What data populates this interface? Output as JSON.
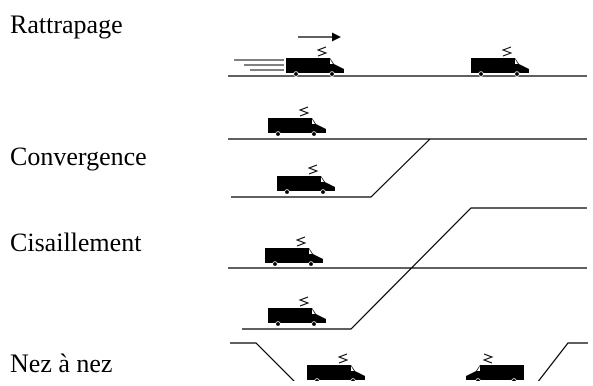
{
  "scenarios": [
    {
      "id": "rattrapage",
      "label": "Rattrapage"
    },
    {
      "id": "convergence",
      "label": "Convergence"
    },
    {
      "id": "cisaillement",
      "label": "Cisaillement"
    },
    {
      "id": "nez",
      "label": "Nez à nez"
    }
  ],
  "colors": {
    "ink": "#000000",
    "background": "#ffffff"
  },
  "icons": {
    "vehicle": "trolleybus-icon",
    "direction": "arrow-right-icon"
  }
}
